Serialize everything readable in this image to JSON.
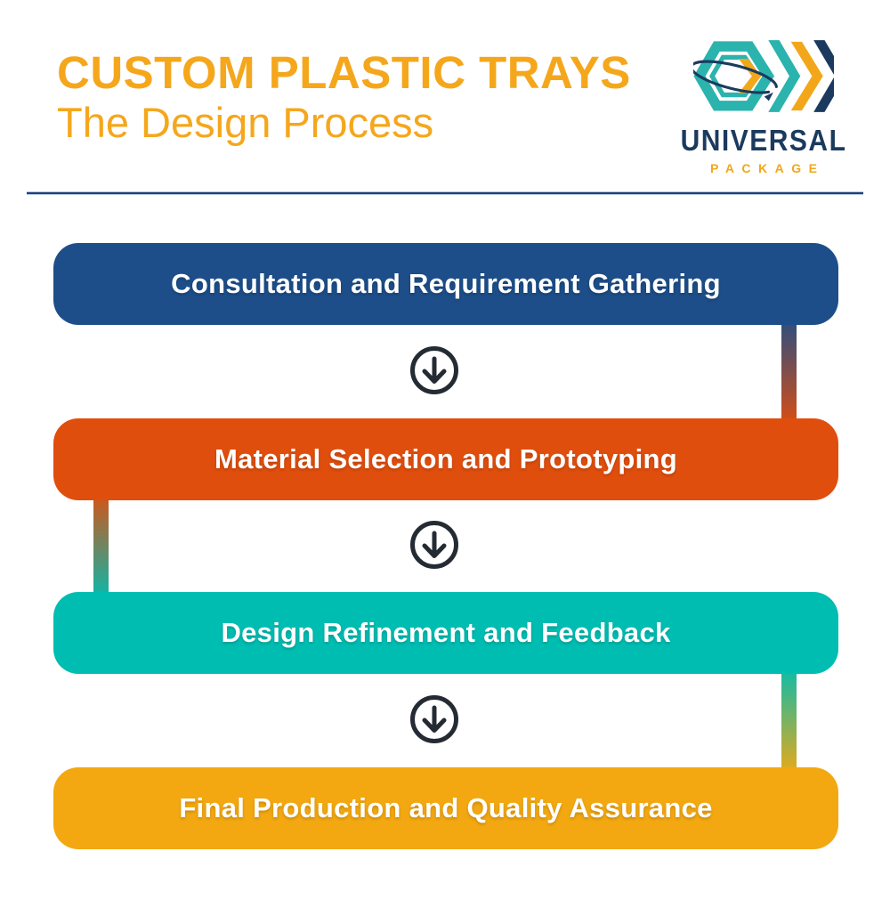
{
  "header": {
    "title": "CUSTOM PLASTIC TRAYS",
    "subtitle": "The Design Process",
    "title_color": "#f5a71c",
    "divider_color": "#1d4278"
  },
  "logo": {
    "name": "UNIVERSAL",
    "sub": "PACKAGE",
    "navy": "#1b3a5e",
    "teal": "#2bb3ad",
    "orange": "#f2a71b"
  },
  "steps": [
    {
      "label": "Consultation and Requirement Gathering",
      "color": "#1d4e89"
    },
    {
      "label": "Material Selection and Prototyping",
      "color": "#e04e0e"
    },
    {
      "label": "Design Refinement and Feedback",
      "color": "#00bdb2"
    },
    {
      "label": "Final Production and Quality Assurance",
      "color": "#f3a811"
    }
  ],
  "connectors": [
    {
      "side": "right",
      "from": "#1d4e89",
      "to": "#e04e0e"
    },
    {
      "side": "left",
      "from": "#e04e0e",
      "to": "#00bdb2"
    },
    {
      "side": "right",
      "from": "#00bdb2",
      "to": "#f3a811"
    }
  ],
  "arrow": {
    "icon": "down-arrow-icon",
    "color": "#252b33"
  }
}
